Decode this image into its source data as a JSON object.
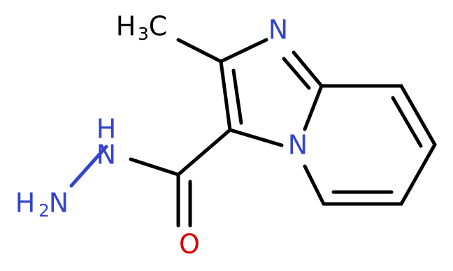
{
  "atoms": {
    "ring_n_top": "N",
    "ring_n_bridge": "N",
    "hydrazide_nh": {
      "main": "N",
      "h": "H"
    },
    "hydrazide_nh2": {
      "h": "H",
      "sub": "2",
      "main": "N"
    },
    "carbonyl_o": "O",
    "methyl": {
      "main": "H",
      "sub": "3",
      "c": "C"
    }
  },
  "colors": {
    "bond": "#000000",
    "nitrogen": "#3344cc",
    "oxygen": "#dd0000",
    "carbon": "#000000"
  }
}
